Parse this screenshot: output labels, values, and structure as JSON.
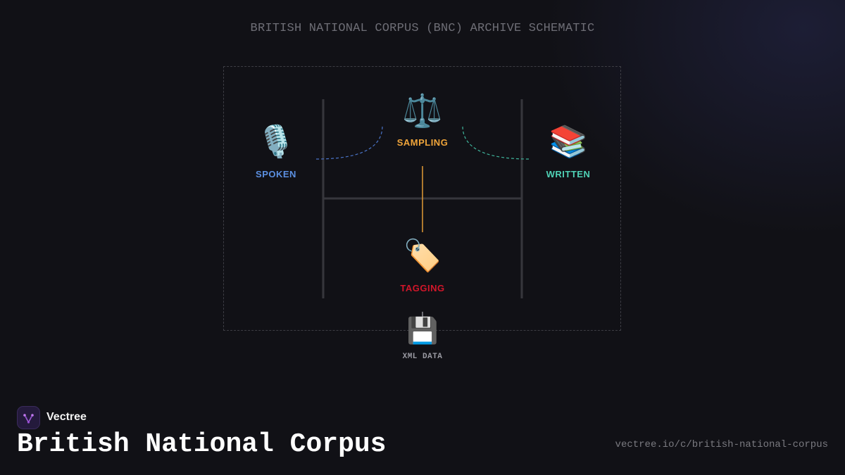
{
  "title": "BRITISH NATIONAL CORPUS (BNC) ARCHIVE SCHEMATIC",
  "nodes": {
    "spoken": {
      "label": "SPOKEN",
      "icon": "microphone-icon",
      "glyph": "🎙️",
      "color": "#5b8fe0"
    },
    "sampling": {
      "label": "SAMPLING",
      "icon": "balance-scale-icon",
      "glyph": "⚖️",
      "color": "#f0a53a"
    },
    "written": {
      "label": "WRITTEN",
      "icon": "books-icon",
      "glyph": "📚",
      "color": "#4fd1b5"
    },
    "tagging": {
      "label": "TAGGING",
      "icon": "tag-icon",
      "glyph": "🏷️",
      "color": "#d2162a"
    },
    "xml": {
      "label": "XML DATA",
      "icon": "floppy-disk-icon",
      "glyph": "💾",
      "color": "#9a9aa2"
    }
  },
  "footer": {
    "brand": "Vectree",
    "heading": "British National Corpus",
    "url": "vectree.io/c/british-national-corpus"
  }
}
